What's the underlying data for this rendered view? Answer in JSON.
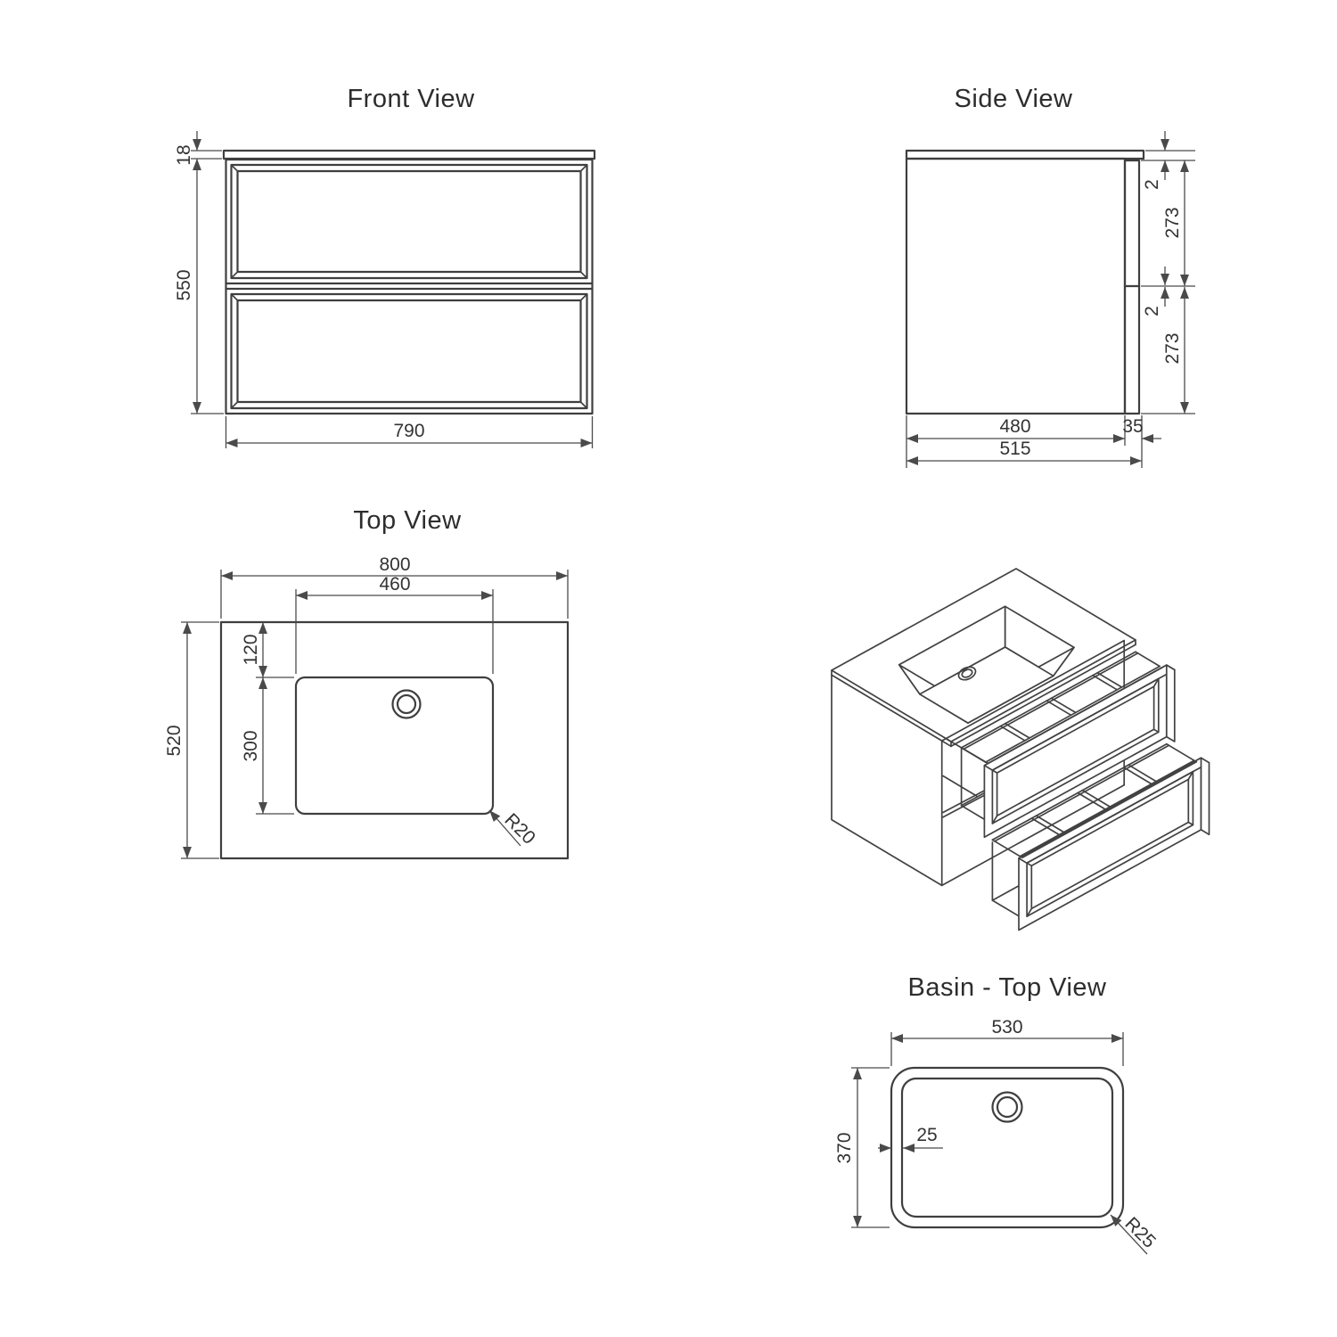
{
  "views": {
    "front": {
      "title": "Front View",
      "counter_thickness": "18",
      "cabinet_height": "550",
      "cabinet_width": "790"
    },
    "side": {
      "title": "Side View",
      "top_gap": "2",
      "upper_drawer_height": "273",
      "mid_gap": "2",
      "lower_drawer_height": "273",
      "cabinet_depth": "480",
      "front_thickness": "35",
      "total_depth": "515"
    },
    "top": {
      "title": "Top View",
      "counter_width": "800",
      "cutout_width": "460",
      "cutout_offset": "120",
      "cutout_depth": "300",
      "counter_depth": "520",
      "corner_radius": "R20"
    },
    "basin": {
      "title": "Basin - Top View",
      "width": "530",
      "depth": "370",
      "wall_thickness": "25",
      "corner_radius": "R25"
    },
    "colors": {
      "line": "#3f3f3f",
      "text": "#333333",
      "background": "#ffffff"
    }
  }
}
